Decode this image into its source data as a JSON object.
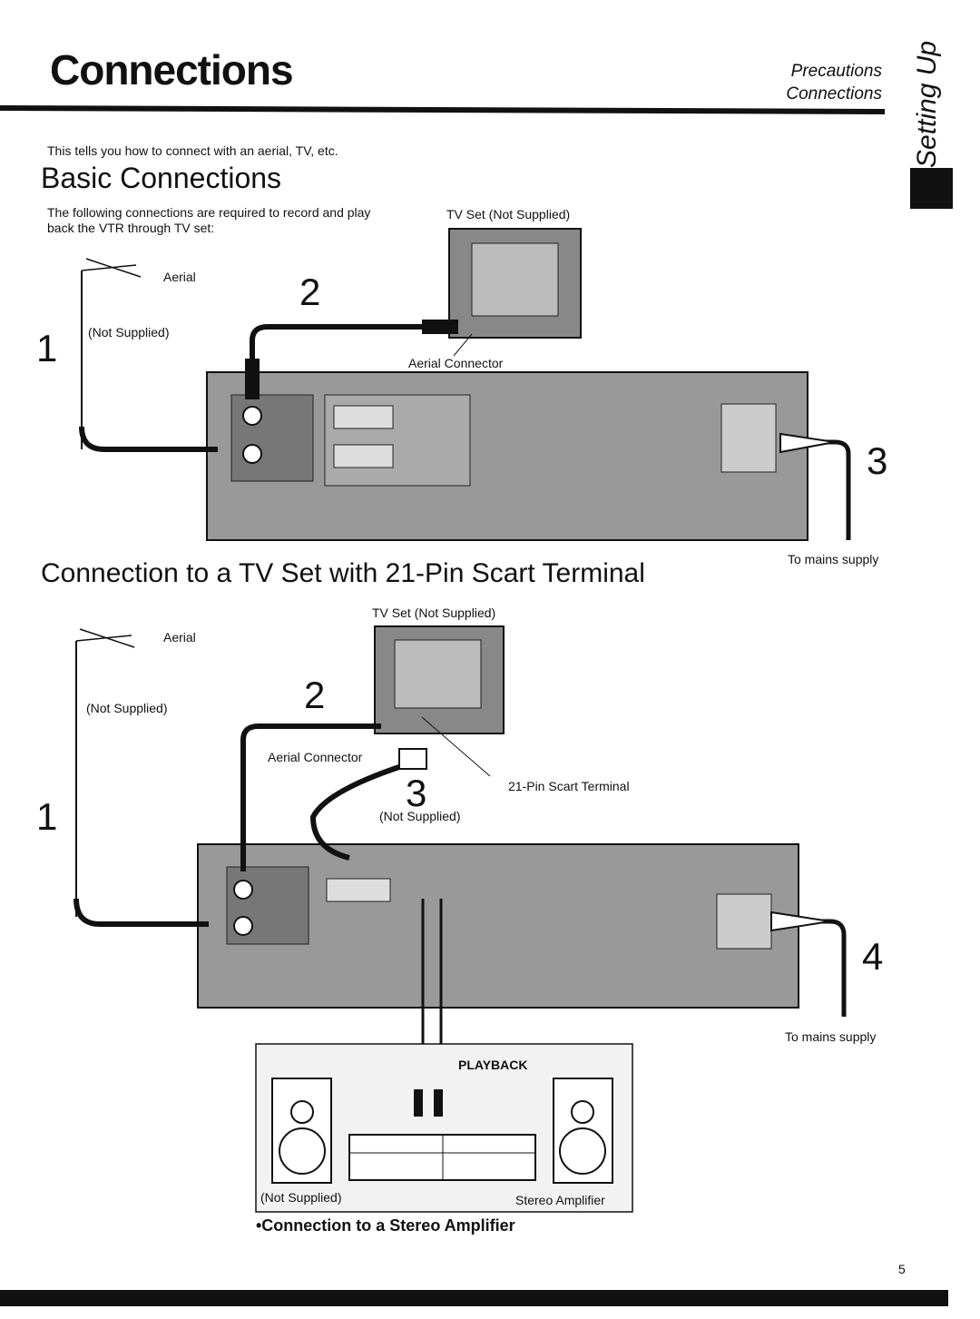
{
  "header": {
    "title": "Connections",
    "nav": [
      "Precautions",
      "Connections"
    ],
    "section_tab": "Setting Up"
  },
  "intro": "This tells you how to connect with an aerial, TV, etc.",
  "basic": {
    "heading": "Basic Connections",
    "desc_line1": "The following connections are required to record and play",
    "desc_line2": "back the VTR through TV set:",
    "tv_label": "TV Set (Not Supplied)",
    "aerial": "Aerial",
    "not_supplied": "(Not Supplied)",
    "aerial_connector": "Aerial Connector",
    "mains": "To mains supply",
    "steps": [
      "1",
      "2",
      "3"
    ]
  },
  "scart": {
    "heading": "Connection to a TV Set with 21-Pin Scart Terminal",
    "tv_label": "TV Set (Not Supplied)",
    "aerial": "Aerial",
    "not_supplied": "(Not Supplied)",
    "aerial_connector": "Aerial Connector",
    "scart_terminal": "21-Pin Scart Terminal",
    "scart_not_supplied": "(Not Supplied)",
    "mains": "To mains supply",
    "steps": [
      "1",
      "2",
      "3",
      "4"
    ]
  },
  "amplifier": {
    "playback": "PLAYBACK",
    "not_supplied": "(Not Supplied)",
    "label": "Stereo Amplifier",
    "caption": "•Connection to a Stereo Amplifier"
  },
  "footer": {
    "page_number": "5"
  }
}
